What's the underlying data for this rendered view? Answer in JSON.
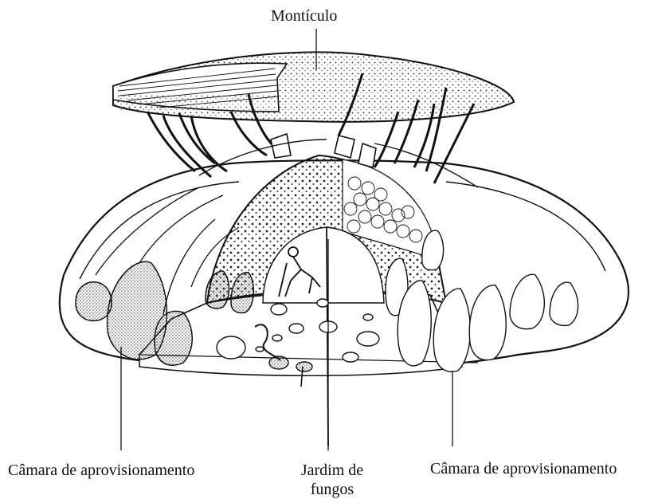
{
  "labels": {
    "top": "Montículo",
    "left": "Câmara de aprovisionamento",
    "middle_line1": "Jardim de",
    "middle_line2": "fungos",
    "right": "Câmara de aprovisionamento"
  },
  "colors": {
    "ink": "#111111",
    "background": "#ffffff",
    "stipple": "#222222"
  }
}
